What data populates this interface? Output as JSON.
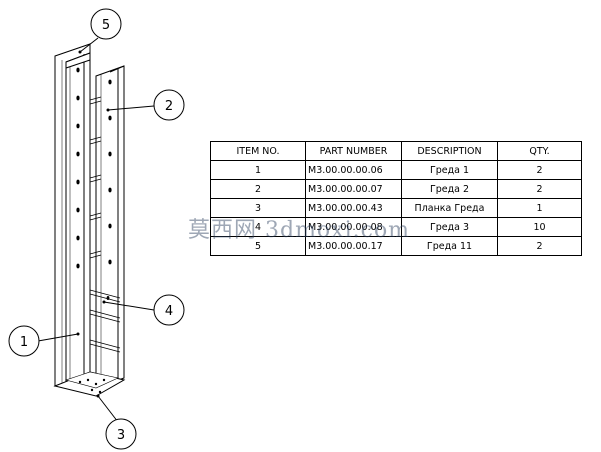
{
  "balloons": [
    {
      "number": "1"
    },
    {
      "number": "2"
    },
    {
      "number": "3"
    },
    {
      "number": "4"
    },
    {
      "number": "5"
    }
  ],
  "bom": {
    "headers": [
      "ITEM NO.",
      "PART NUMBER",
      "DESCRIPTION",
      "QTY."
    ],
    "rows": [
      {
        "item": "1",
        "part": "M3.00.00.00.06",
        "desc": "Греда 1",
        "qty": "2"
      },
      {
        "item": "2",
        "part": "M3.00.00.00.07",
        "desc": "Греда 2",
        "qty": "2"
      },
      {
        "item": "3",
        "part": "M3.00.00.00.43",
        "desc": "Планка Греда",
        "qty": "1"
      },
      {
        "item": "4",
        "part": "M3.00.00.00.08",
        "desc": "Греда 3",
        "qty": "10"
      },
      {
        "item": "5",
        "part": "M3.00.00.00.17",
        "desc": "Греда 11",
        "qty": "2"
      }
    ]
  },
  "watermark": "莫西网  3dmoxi.com"
}
